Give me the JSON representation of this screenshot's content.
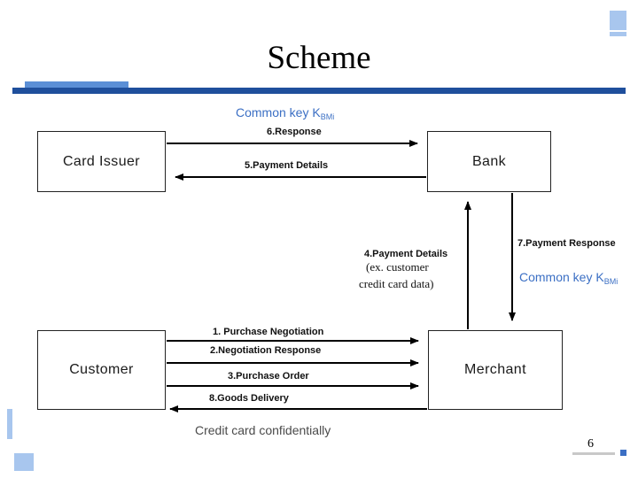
{
  "slide": {
    "title": "Scheme",
    "page_number": "6",
    "footnote": "Credit card confidentially",
    "accent_color": "#1f4f9c",
    "accent_light": "#5b8fd6",
    "key_color": "#3b6fc4"
  },
  "nodes": {
    "card_issuer": "Card Issuer",
    "bank": "Bank",
    "customer": "Customer",
    "merchant": "Merchant"
  },
  "keys": {
    "top": {
      "text": "Common key K",
      "sub": "BMi"
    },
    "right": {
      "text": "Common key K",
      "sub": "BMi"
    }
  },
  "flows": [
    {
      "id": "6",
      "label": "6.Response"
    },
    {
      "id": "5",
      "label": "5.Payment Details"
    },
    {
      "id": "4",
      "label": "4.Payment Details"
    },
    {
      "id": "4note1",
      "label": "(ex. customer"
    },
    {
      "id": "4note2",
      "label": "credit card data)"
    },
    {
      "id": "7",
      "label": "7.Payment Response"
    },
    {
      "id": "1",
      "label": "1. Purchase Negotiation"
    },
    {
      "id": "2",
      "label": "2.Negotiation Response"
    },
    {
      "id": "3",
      "label": "3.Purchase Order"
    },
    {
      "id": "8",
      "label": "8.Goods Delivery"
    }
  ]
}
